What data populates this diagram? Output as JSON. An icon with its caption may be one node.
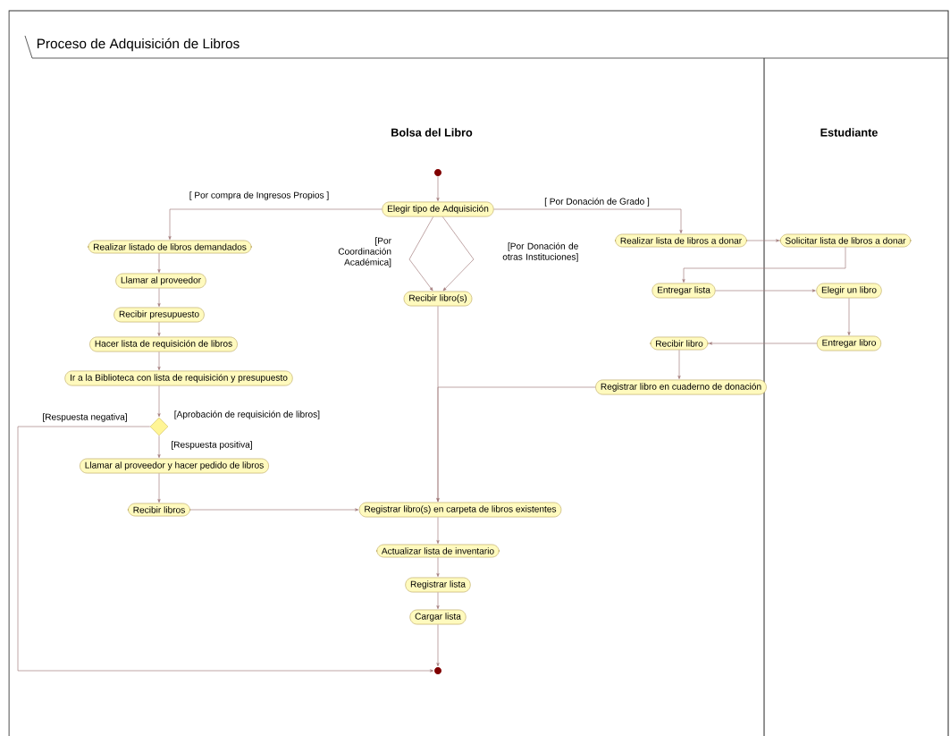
{
  "diagram": {
    "title": "Proceso de Adquisición de Libros",
    "nodes": [
      {
        "text": [],
        "shape": "circle"
      },
      {
        "text": [
          "Elegir tipo de Adquisición"
        ]
      },
      {
        "text": [
          "Realizar listado de libros demandados"
        ]
      },
      {
        "text": [
          "Llamar al proveedor"
        ]
      },
      {
        "text": [
          "Recibir presupuesto"
        ]
      },
      {
        "text": [
          "Hacer lista de requisición de libros"
        ]
      },
      {
        "text": [
          "Ir a la Biblioteca con lista de requisición y presupuesto"
        ]
      },
      {
        "text": [],
        "shape": "diamond",
        "beside": [
          "[Aprobación de requisición de libros]"
        ]
      },
      {
        "text": [
          "Llamar al proveedor y hacer pedido de libros"
        ]
      },
      {
        "text": [
          "Recibir libros"
        ]
      },
      {
        "text": [
          "Recibir libro(s)"
        ]
      },
      {
        "text": [
          "Realizar lista de libros a donar"
        ]
      },
      {
        "text": [
          "Solicitar lista de libros a donar"
        ]
      },
      {
        "text": [
          "Entregar lista"
        ]
      },
      {
        "text": [
          "Elegir un libro"
        ]
      },
      {
        "text": [
          "Recibir libro"
        ]
      },
      {
        "text": [
          "Entregar libro"
        ]
      },
      {
        "text": [
          "Registrar libro en cuaderno de donación"
        ]
      },
      {
        "text": [
          "Registrar libro(s) en carpeta de libros existentes"
        ]
      },
      {
        "text": [
          "Actualizar lista de inventario"
        ]
      },
      {
        "text": [
          "Registrar lista"
        ]
      },
      {
        "text": [
          "Cargar lista"
        ]
      },
      {
        "text": [],
        "shape": "circle"
      }
    ],
    "edges": [
      {
        "from": 0,
        "to": 1,
        "arrow": "to"
      },
      {
        "from": 1,
        "to": 2,
        "arrow": "to",
        "label": "[ Por compra de Ingresos Propios ]"
      },
      {
        "from": 1,
        "to": 10,
        "arrow": "to",
        "label": "[Por Coordinación Académica]"
      },
      {
        "from": 1,
        "to": 10,
        "arrow": "to",
        "label": "[Por Donación de otras Instituciones]"
      },
      {
        "from": 1,
        "to": 11,
        "arrow": "to",
        "label": "[ Por Donación de Grado ]"
      },
      {
        "from": 2,
        "to": 3,
        "arrow": "to"
      },
      {
        "from": 3,
        "to": 4,
        "arrow": "to"
      },
      {
        "from": 4,
        "to": 5,
        "arrow": "to"
      },
      {
        "from": 5,
        "to": 6,
        "arrow": "to"
      },
      {
        "from": 6,
        "to": 7,
        "arrow": "to"
      },
      {
        "from": 7,
        "to": 8,
        "arrow": "to",
        "label": "[Respuesta positiva]"
      },
      {
        "from": 7,
        "to": 22,
        "arrow": "to",
        "label": "[Respuesta negativa]"
      },
      {
        "from": 8,
        "to": 9,
        "arrow": "to"
      },
      {
        "from": 9,
        "to": 18,
        "arrow": "to"
      },
      {
        "from": 10,
        "to": 18,
        "arrow": "to"
      },
      {
        "from": 11,
        "to": 12,
        "arrow": "to"
      },
      {
        "from": 12,
        "to": 13,
        "arrow": "to"
      },
      {
        "from": 13,
        "to": 14,
        "arrow": "to"
      },
      {
        "from": 14,
        "to": 16,
        "arrow": "to"
      },
      {
        "from": 16,
        "to": 15,
        "arrow": "to"
      },
      {
        "from": 15,
        "to": 17,
        "arrow": "to"
      },
      {
        "from": 17,
        "to": 18,
        "arrow": "to"
      },
      {
        "from": 18,
        "to": 19,
        "arrow": "to"
      },
      {
        "from": 19,
        "to": 20,
        "arrow": "to"
      },
      {
        "from": 20,
        "to": 21,
        "arrow": "to"
      },
      {
        "from": 21,
        "to": 22,
        "arrow": "to"
      }
    ],
    "labels": [
      "Bolsa del Libro",
      "Estudiante"
    ]
  }
}
